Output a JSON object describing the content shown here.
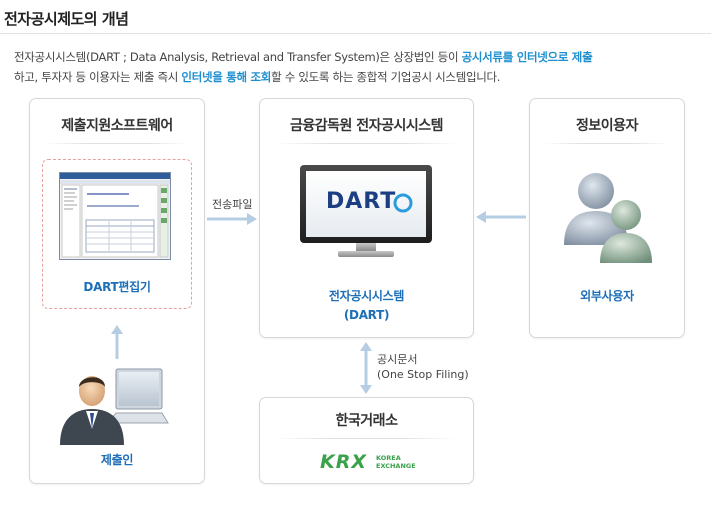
{
  "title": "전자공시제도의 개념",
  "intro": {
    "part1": "전자공시시스템(DART ; Data Analysis, Retrieval and Transfer System)은 상장법인 등이 ",
    "highlight1": "공시서류를 인터넷으로 제출",
    "part2": "하고, 투자자 등 이용자는 제출 즉시 ",
    "highlight2": "인터넷을 통해 조회",
    "part3": "할 수 있도록 하는 종합적 기업공시 시스템입니다."
  },
  "submit_box": {
    "title": "제출지원소프트웨어",
    "editor_label": "DART편집기",
    "submitter_label": "제출인"
  },
  "center_box": {
    "title": "금융감독원 전자공시시스템",
    "monitor_logo": "DART",
    "system_label_line1": "전자공시시스템",
    "system_label_line2": "(DART)"
  },
  "user_box": {
    "title": "정보이용자",
    "user_label": "외부사용자"
  },
  "exchange_box": {
    "title": "한국거래소",
    "logo_main": "KRX",
    "logo_sub_line1": "KOREA",
    "logo_sub_line2": "EXCHANGE"
  },
  "arrows": {
    "transfer_label": "전송파일",
    "filing_line1": "공시문서",
    "filing_line2": "(One Stop Filing)"
  },
  "colors": {
    "accent_blue": "#1d6fb8",
    "highlight_blue": "#1f8fd0",
    "arrow": "#b4cde2",
    "dashed_border": "#e8a0a0",
    "krx_green": "#3aa24a"
  }
}
